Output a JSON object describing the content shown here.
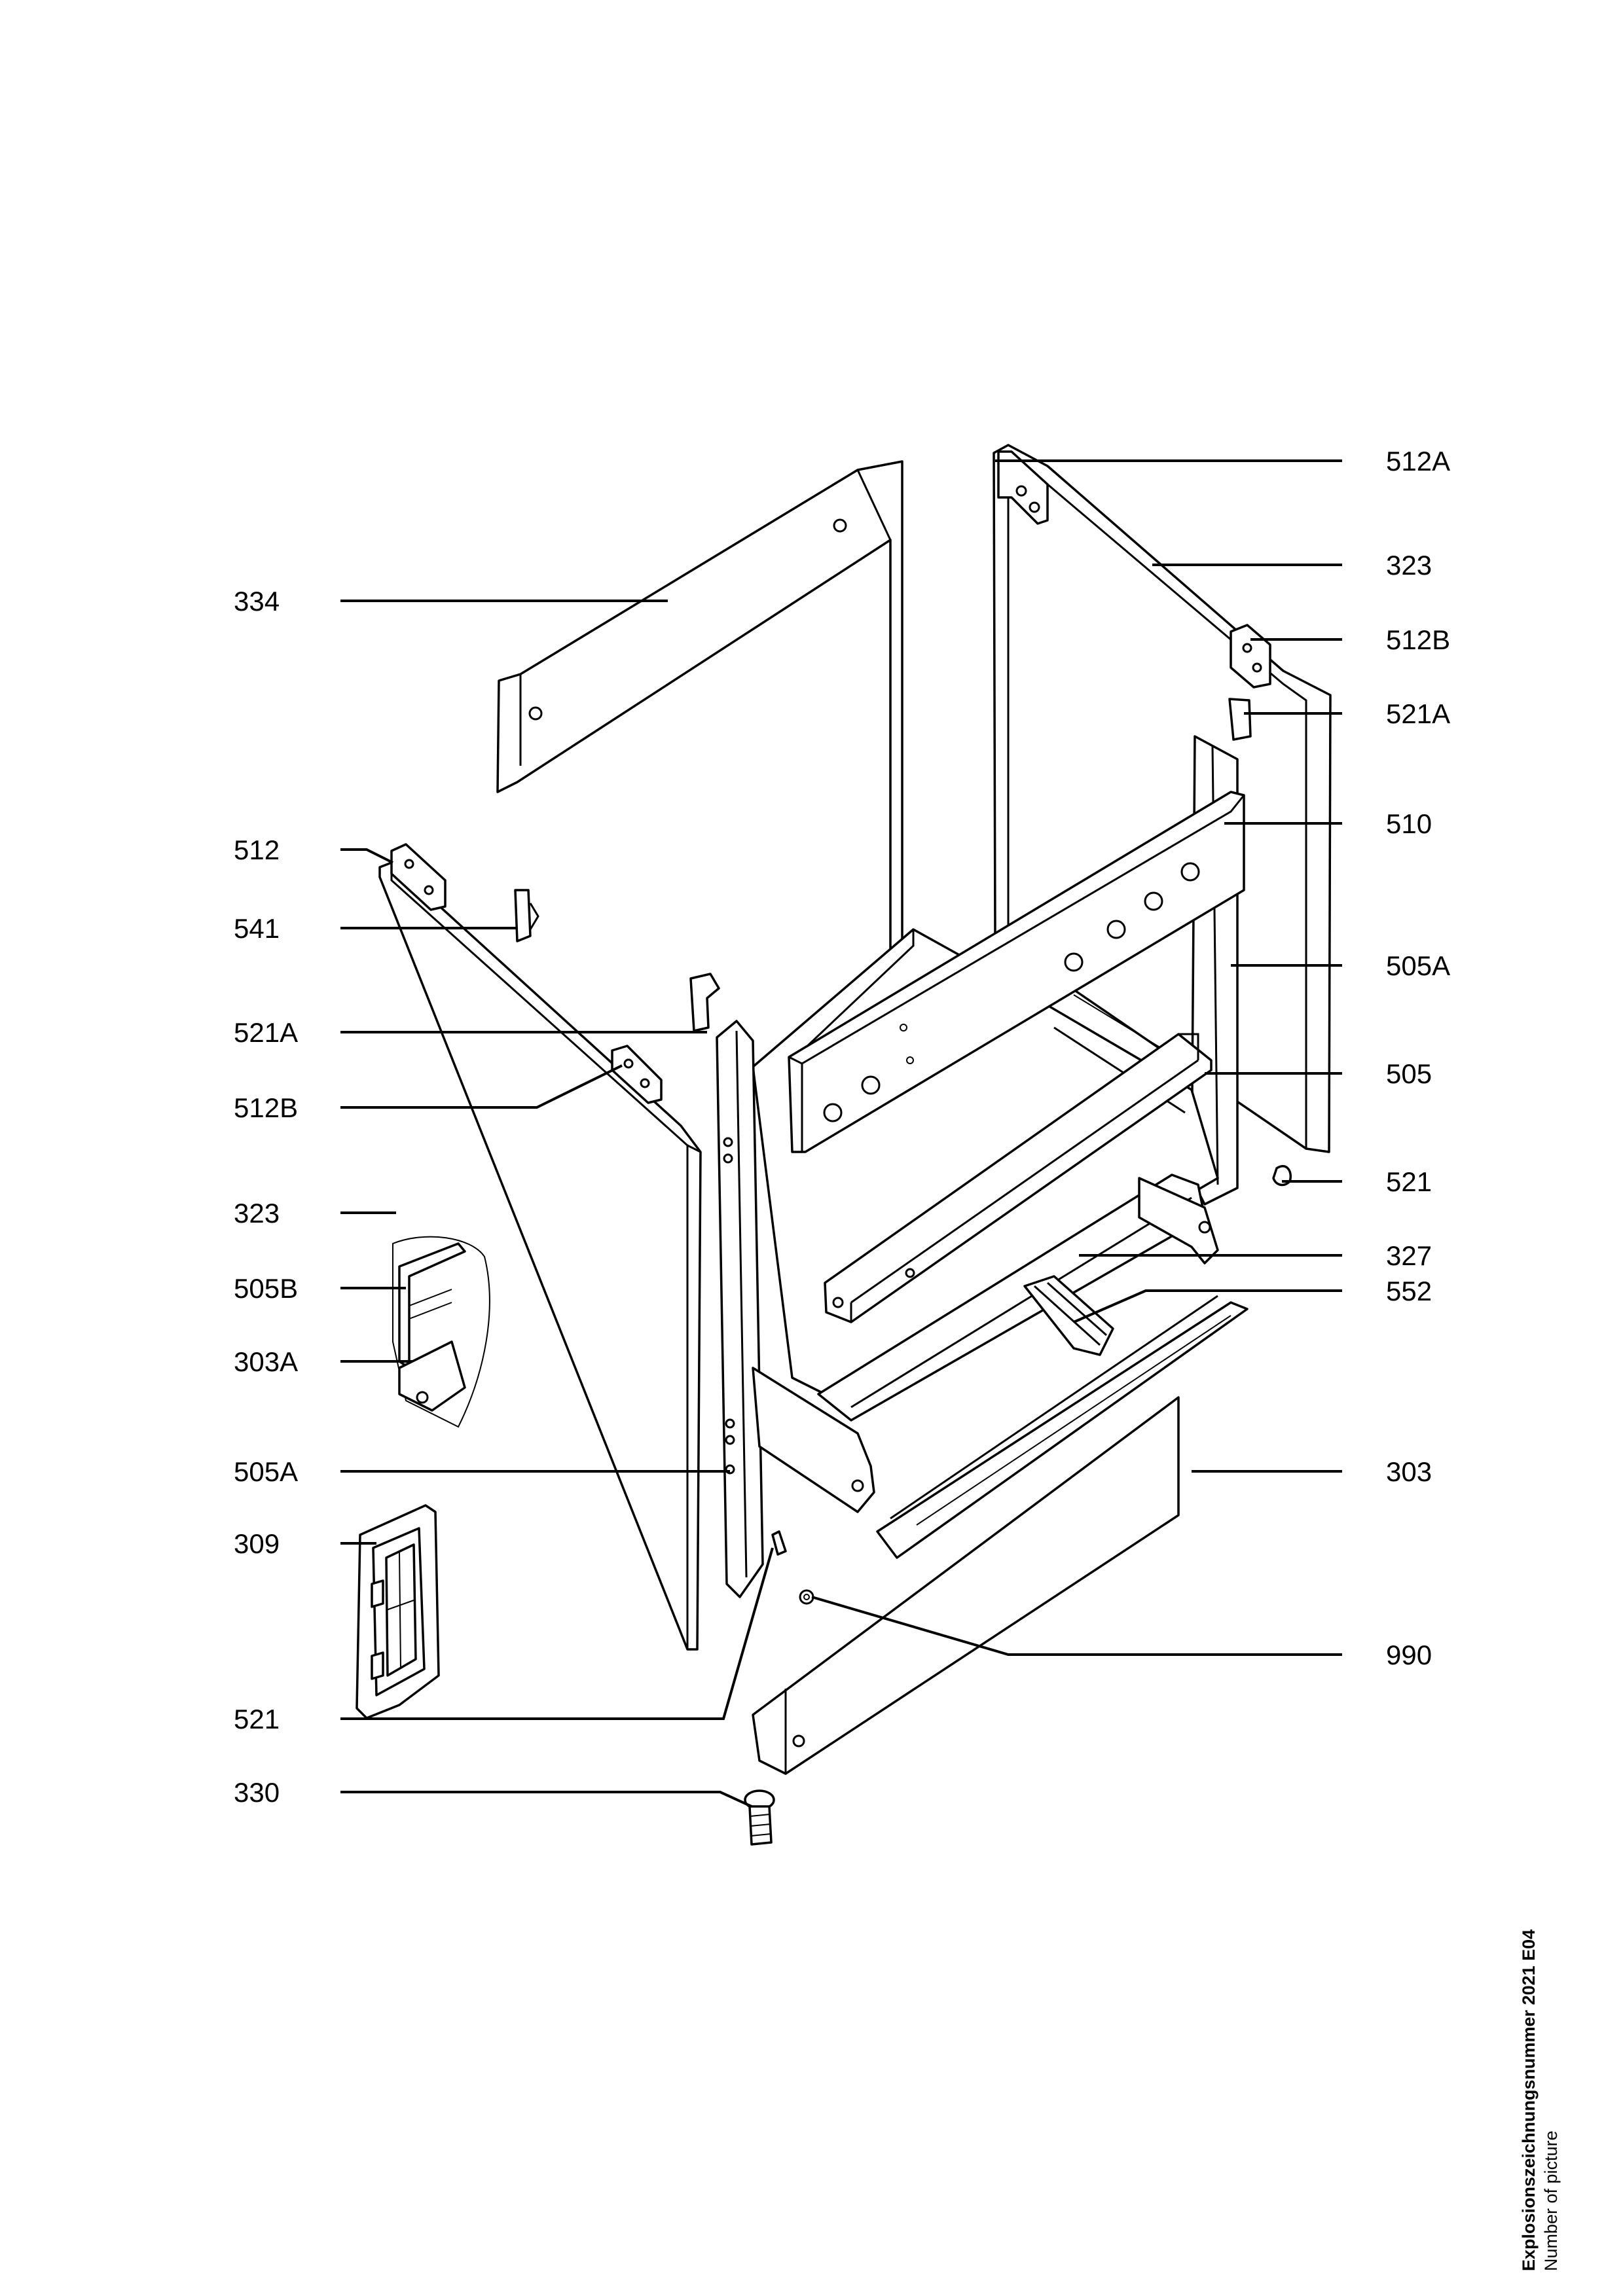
{
  "callouts": {
    "l334": "334",
    "l512": "512",
    "l541": "541",
    "l521a_left": "521A",
    "l512b_left": "512B",
    "l323_left": "323",
    "l505b": "505B",
    "l303a": "303A",
    "l505a_left": "505A",
    "l309": "309",
    "l521_left": "521",
    "l330": "330",
    "l512a": "512A",
    "l323_right": "323",
    "l512b_right": "512B",
    "l521a_right": "521A",
    "l510": "510",
    "l505a_right": "505A",
    "l505": "505",
    "l521_right": "521",
    "l327": "327",
    "l552": "552",
    "l303": "303",
    "l990": "990"
  },
  "caption": {
    "drawing_number": "Explosionszeichnungsnummer 2021 E04",
    "picture_label": "Number of picture"
  }
}
